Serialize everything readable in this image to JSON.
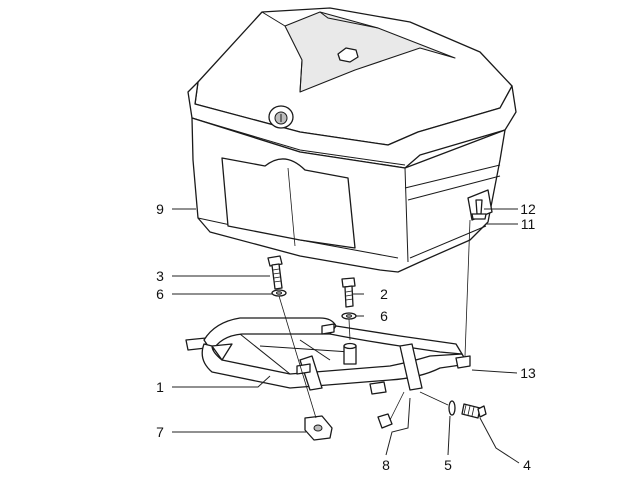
{
  "callouts": [
    {
      "id": "c1",
      "label": "1"
    },
    {
      "id": "c2",
      "label": "2"
    },
    {
      "id": "c3",
      "label": "3"
    },
    {
      "id": "c4",
      "label": "4"
    },
    {
      "id": "c5",
      "label": "5"
    },
    {
      "id": "c6a",
      "label": "6"
    },
    {
      "id": "c6b",
      "label": "6"
    },
    {
      "id": "c7",
      "label": "7"
    },
    {
      "id": "c8",
      "label": "8"
    },
    {
      "id": "c9",
      "label": "9"
    },
    {
      "id": "c11",
      "label": "11"
    },
    {
      "id": "c12",
      "label": "12"
    },
    {
      "id": "c13",
      "label": "13"
    }
  ]
}
